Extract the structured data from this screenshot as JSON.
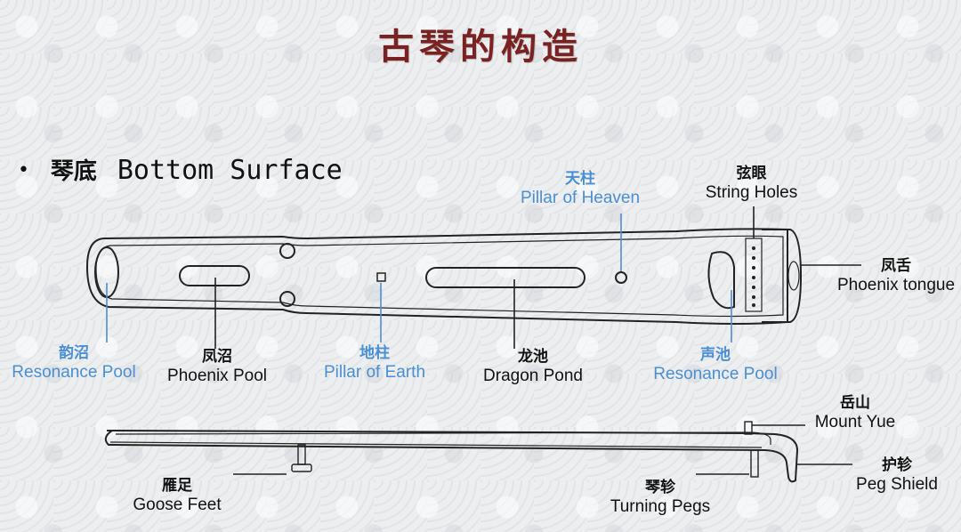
{
  "title": "古琴的构造",
  "section": {
    "bullet": "•",
    "title_zh": "琴底",
    "title_en": "Bottom Surface"
  },
  "labels": {
    "pillar_heaven": {
      "zh": "天柱",
      "en": "Pillar of Heaven"
    },
    "string_holes": {
      "zh": "弦眼",
      "en": "String Holes"
    },
    "phoenix_tongue": {
      "zh": "凤舌",
      "en": "Phoenix tongue"
    },
    "resonance_pool_left": {
      "zh": "韵沼",
      "en": "Resonance Pool"
    },
    "phoenix_pool": {
      "zh": "凤沼",
      "en": "Phoenix Pool"
    },
    "pillar_earth": {
      "zh": "地柱",
      "en": "Pillar of Earth"
    },
    "dragon_pond": {
      "zh": "龙池",
      "en": "Dragon Pond"
    },
    "resonance_pool_right": {
      "zh": "声池",
      "en": "Resonance Pool"
    },
    "mount_yue": {
      "zh": "岳山",
      "en": "Mount Yue"
    },
    "peg_shield": {
      "zh": "护轸",
      "en": "Peg Shield"
    },
    "goose_feet": {
      "zh": "雁足",
      "en": "Goose Feet"
    },
    "turning_pegs": {
      "zh": "琴轸",
      "en": "Turning Pegs"
    }
  },
  "colors": {
    "title": "#7a2222",
    "label_blue": "#4a8fd3",
    "label_dark": "#111111",
    "outline": "#222222"
  }
}
